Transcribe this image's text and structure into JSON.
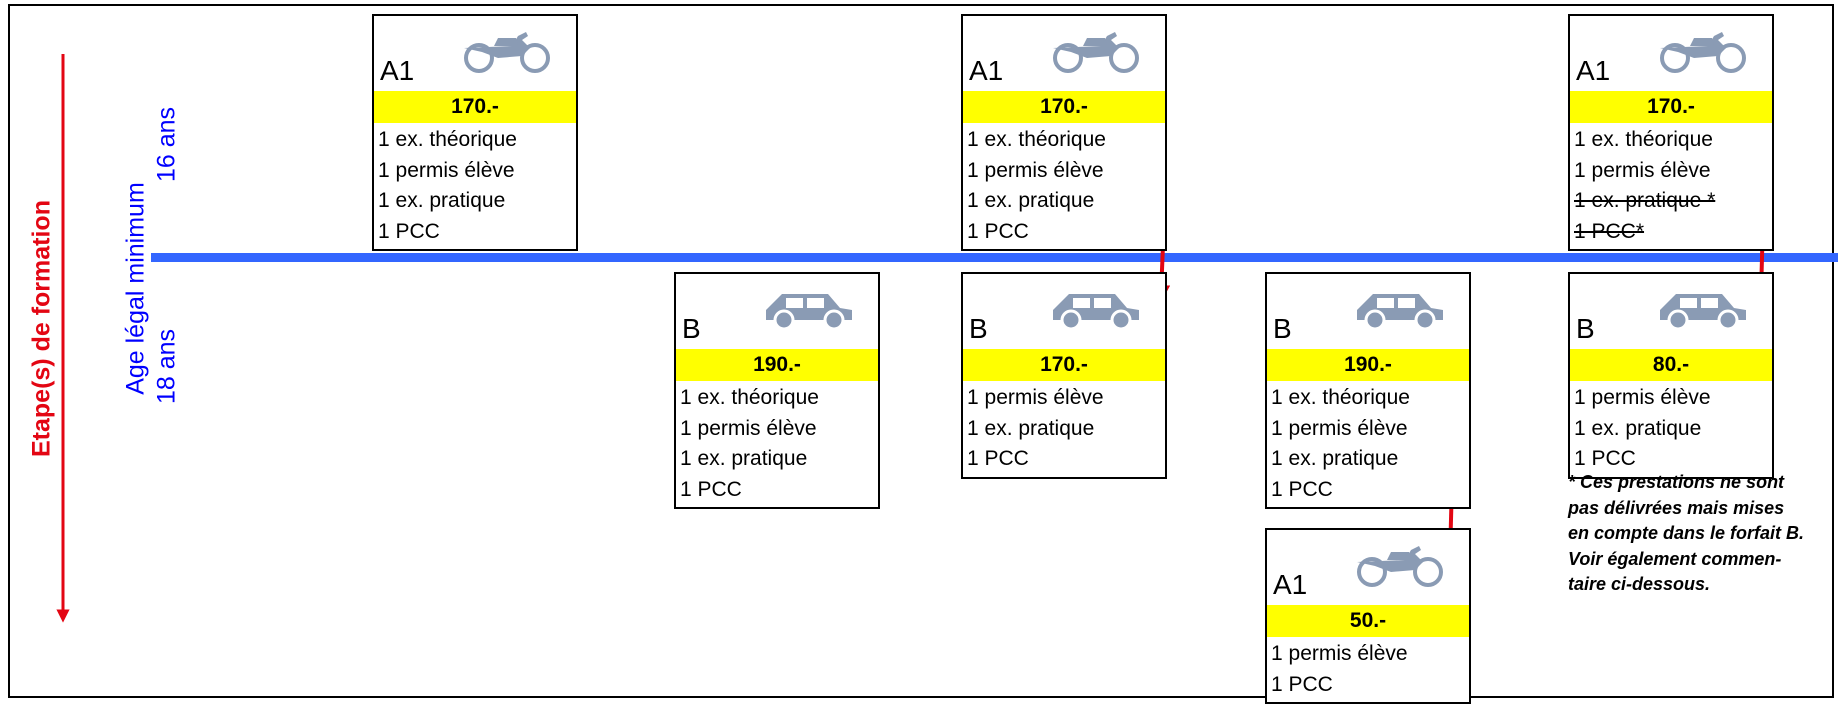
{
  "labels": {
    "stage": "Etape(s) de formation",
    "age_minimum": "Age légal minimum",
    "age_16": "16 ans",
    "age_18": "18 ans"
  },
  "colors": {
    "timeline": "#3366ff",
    "arrow": "#e30613",
    "price_band": "#ffff00",
    "age_text": "#0000ff",
    "icon": "#8a9bb4"
  },
  "cards": [
    {
      "id": "c1",
      "category": "A1",
      "icon": "motorcycle-icon",
      "price": "170.-",
      "items": [
        "1 ex. théorique",
        "1 permis élève",
        "1 ex. pratique",
        "1 PCC"
      ]
    },
    {
      "id": "c2",
      "category": "B",
      "icon": "car-icon",
      "price": "190.-",
      "items": [
        "1 ex. théorique",
        "1 permis élève",
        "1 ex. pratique",
        "1 PCC"
      ]
    },
    {
      "id": "c3",
      "category": "A1",
      "icon": "motorcycle-icon",
      "price": "170.-",
      "items": [
        "1 ex. théorique",
        "1 permis élève",
        "1 ex. pratique",
        "1 PCC"
      ]
    },
    {
      "id": "c4",
      "category": "B",
      "icon": "car-icon",
      "price": "170.-",
      "items": [
        "1 permis élève",
        "1 ex. pratique",
        "1 PCC"
      ]
    },
    {
      "id": "c5",
      "category": "B",
      "icon": "car-icon",
      "price": "190.-",
      "items": [
        "1 ex. théorique",
        "1 permis élève",
        "1 ex. pratique",
        "1 PCC"
      ]
    },
    {
      "id": "c6",
      "category": "A1",
      "icon": "motorcycle-icon",
      "price": "50.-",
      "items": [
        "1 permis élève",
        "1 PCC"
      ]
    },
    {
      "id": "c7",
      "category": "A1",
      "icon": "motorcycle-icon",
      "price": "170.-",
      "items": [
        "1 ex. théorique",
        "1 permis élève",
        "1 ex. pratique *",
        "1 PCC*"
      ],
      "struck_items": [
        false,
        false,
        true,
        true
      ]
    },
    {
      "id": "c8",
      "category": "B",
      "icon": "car-icon",
      "price": "80.-",
      "items": [
        "1 permis élève",
        "1 ex. pratique",
        "1 PCC"
      ]
    }
  ],
  "footnote": "* Ces prestations ne sont pas délivrées mais mises en compte dans le forfait B. Voir également commen-taire ci-dessous."
}
